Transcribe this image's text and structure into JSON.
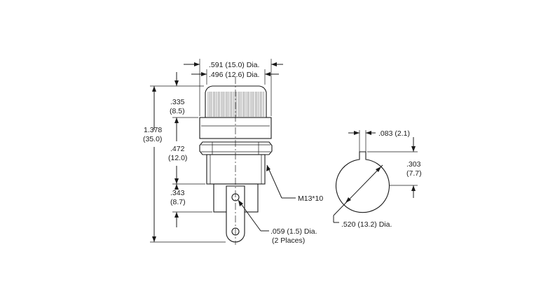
{
  "dimensions": {
    "outer_dia": ".591 (15.0) Dia.",
    "inner_dia": ".496 (12.6) Dia.",
    "cap_height_in": ".335",
    "cap_height_mm": "(8.5)",
    "total_height_in": "1.378",
    "total_height_mm": "(35.0)",
    "body_height_in": ".472",
    "body_height_mm": "(12.0)",
    "terminal_height_in": ".343",
    "terminal_height_mm": "(8.7)",
    "thread": "M13*10",
    "hole_dia": ".059 (1.5) Dia.",
    "hole_places": "(2 Places)",
    "key_width": ".083 (2.1)",
    "key_depth_in": ".303",
    "key_depth_mm": "(7.7)",
    "panel_cutout_dia": ".520 (13.2) Dia."
  }
}
